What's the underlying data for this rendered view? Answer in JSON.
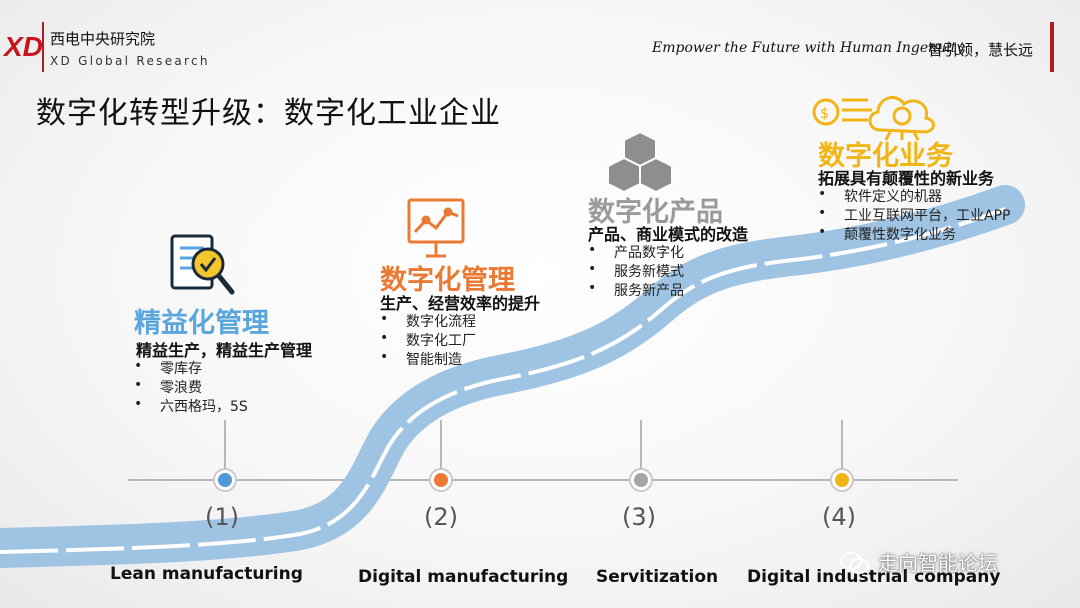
{
  "header": {
    "logo_text": "XD",
    "org_name": "西电中央研究院",
    "org_name_en": "XD Global Research",
    "slogan_en": "Empower the Future with Human Ingenuity",
    "slogan_cn": "智引领，慧长远"
  },
  "slide": {
    "title": "数字化转型升级：数字化工业企业"
  },
  "stages": [
    {
      "title": "精益化管理",
      "subtitle": "精益生产，精益生产管理",
      "bullets": [
        "零库存",
        "零浪费",
        "六西格玛，5S"
      ],
      "color": "#5aa6dc",
      "icon": "document-search-icon"
    },
    {
      "title": "数字化管理",
      "subtitle": "生产、经营效率的提升",
      "bullets": [
        "数字化流程",
        "数字化工厂",
        "智能制造"
      ],
      "color": "#ea7a33",
      "icon": "analytics-board-icon"
    },
    {
      "title": "数字化产品",
      "subtitle": "产品、商业模式的改造",
      "bullets": [
        "产品数字化",
        "服务新模式",
        "服务新产品"
      ],
      "color": "#9a9a9a",
      "icon": "cubes-icon"
    },
    {
      "title": "数字化业务",
      "subtitle": "拓展具有颠覆性的新业务",
      "bullets": [
        "软件定义的机器",
        "工业互联网平台，工业APP",
        "颠覆性数字化业务"
      ],
      "color": "#f2b516",
      "icon": "cloud-brain-icon"
    }
  ],
  "timeline": {
    "steps": [
      {
        "num": "(1)",
        "label": "Lean manufacturing",
        "color": "#4f97d6"
      },
      {
        "num": "(2)",
        "label": "Digital manufacturing",
        "color": "#ea7a33"
      },
      {
        "num": "(3)",
        "label": "Servitization",
        "color": "#a5a5a5"
      },
      {
        "num": "(4)",
        "label": "Digital industrial company",
        "color": "#f2b516"
      }
    ]
  },
  "watermark": {
    "text": "走向智能论坛"
  },
  "colors": {
    "road": "#9ec3e3",
    "road_line": "#ffffff",
    "brand_red": "#b01e23"
  }
}
